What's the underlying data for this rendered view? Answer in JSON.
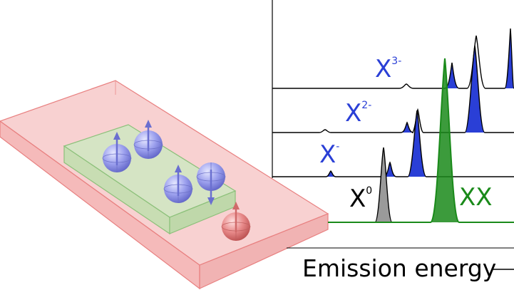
{
  "labels": {
    "x3": {
      "base": "X",
      "sup": "3-"
    },
    "x2": {
      "base": "X",
      "sup": "2-"
    },
    "x1": {
      "base": "X",
      "sup": "-"
    },
    "x0": {
      "base": "X",
      "sup": "0"
    },
    "xx": "XX"
  },
  "axis": {
    "label": "Emission energy"
  },
  "colors": {
    "blue": "#2a3fd6",
    "green": "#1a8a1a",
    "gray": "#9a9a9a",
    "box_fill": "#f4b8b8",
    "box_edge": "#e88080",
    "layer_fill": "#cde7c0",
    "layer_edge": "#8cc07a",
    "electron": "#8f93e8",
    "hole": "#e07a7a"
  },
  "particles": {
    "electrons": 4,
    "holes": 1
  }
}
